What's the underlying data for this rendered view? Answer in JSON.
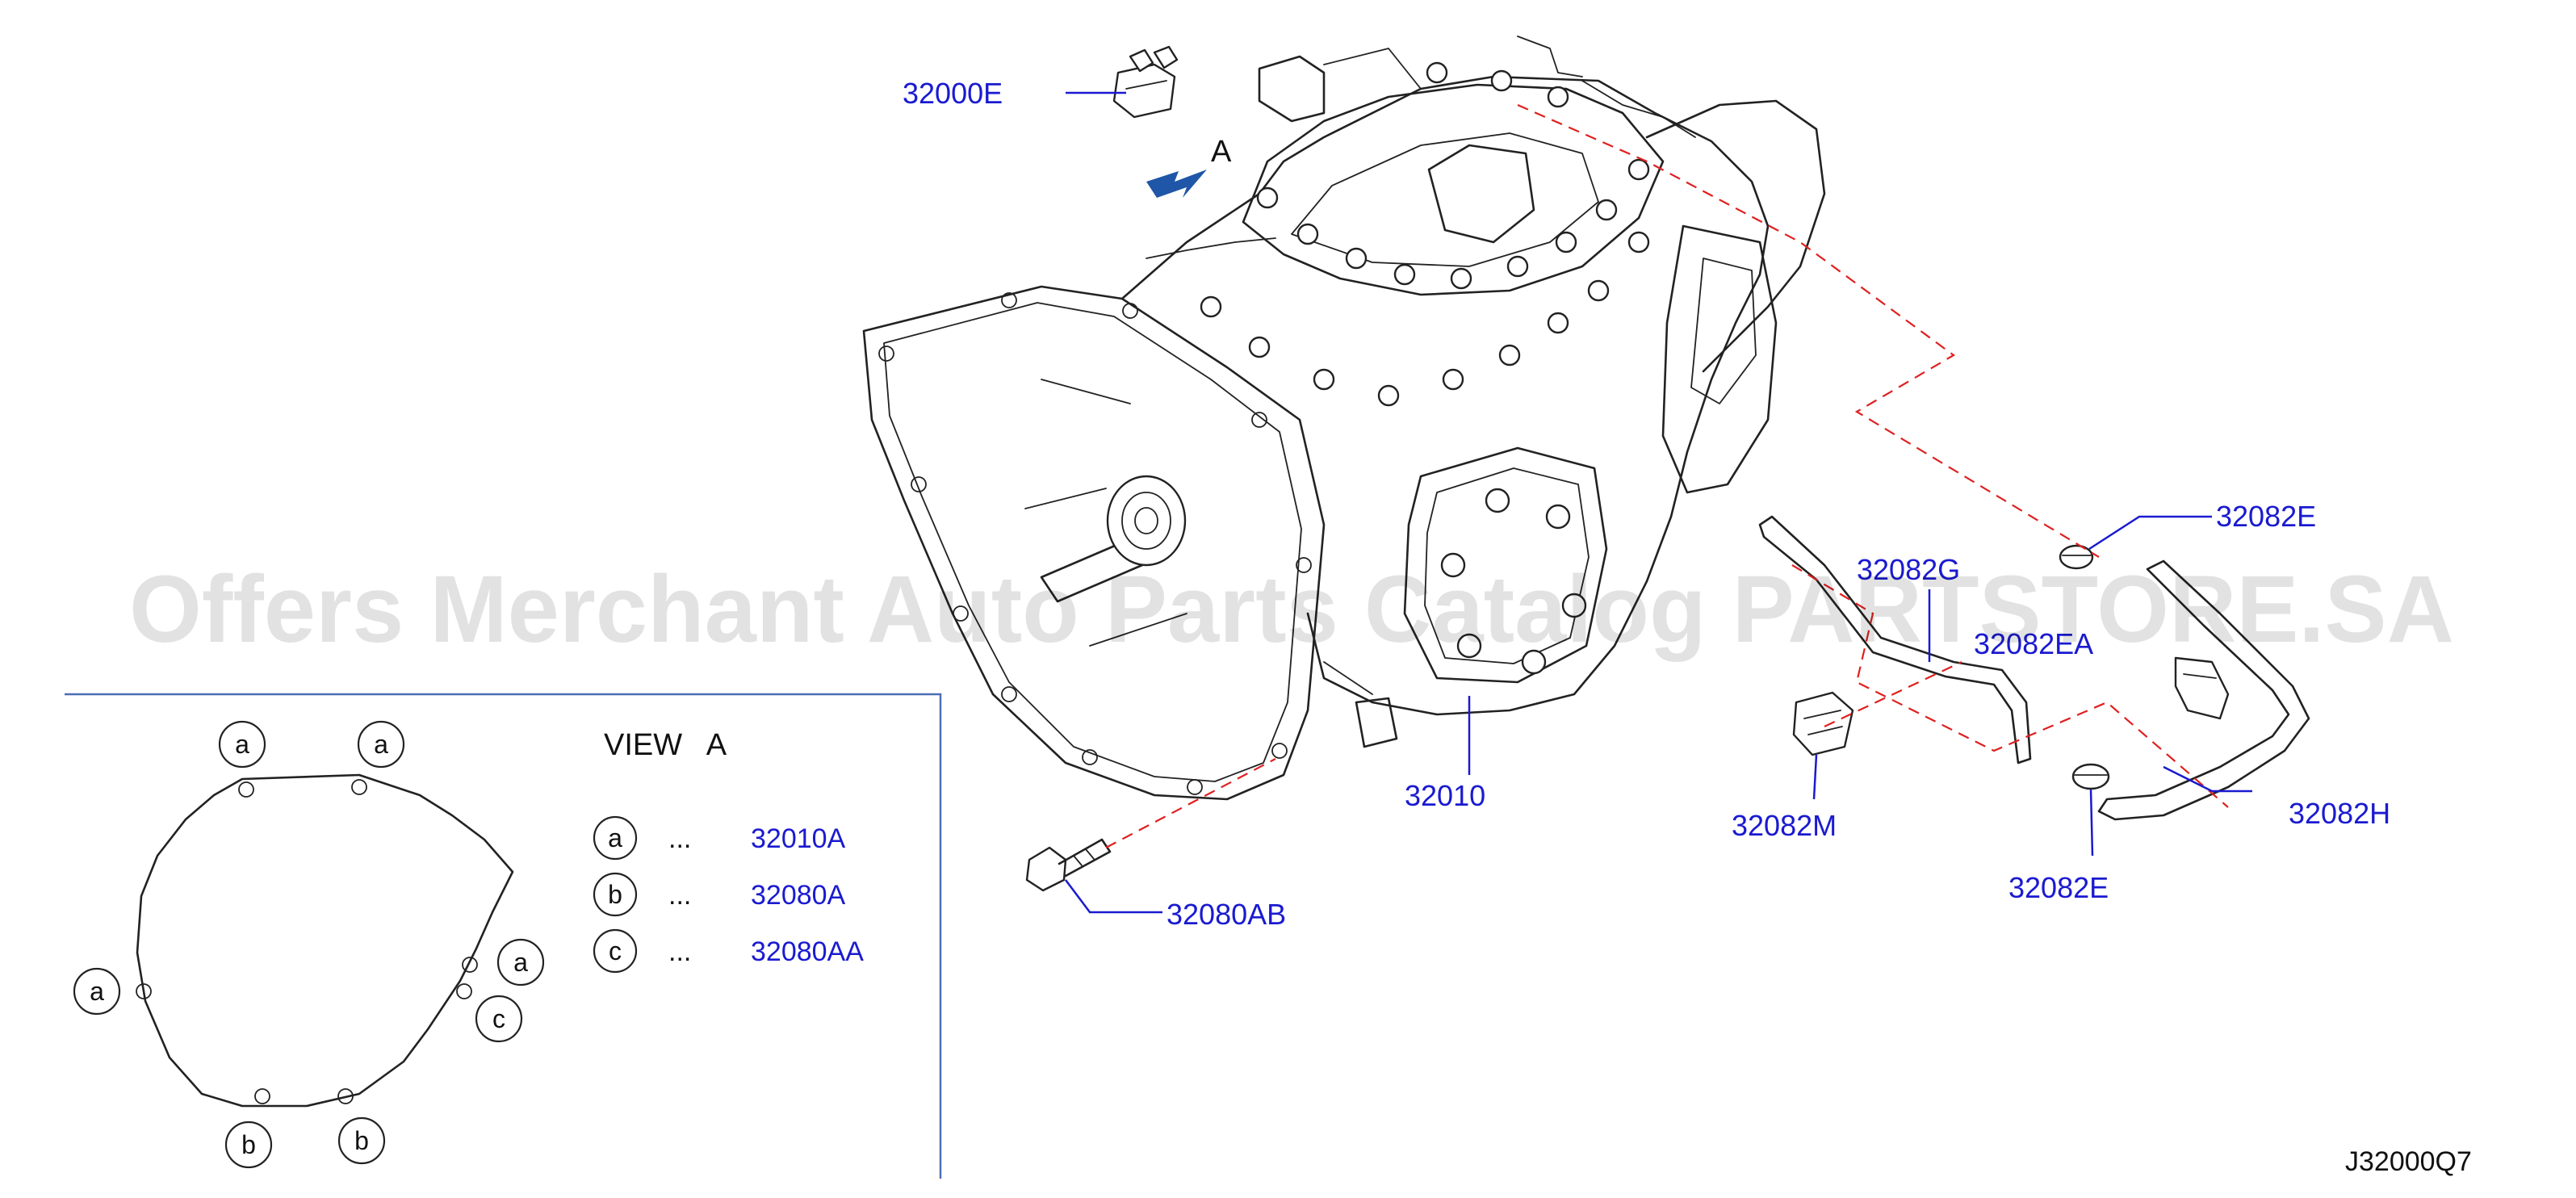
{
  "diagram": {
    "watermark": "Offers Merchant Auto Parts Catalog PARTSTORE.SA",
    "reference_code": "J32000Q7",
    "view_arrow_label": "A",
    "parts": {
      "p_32000E": "32000E",
      "p_32082E_top": "32082E",
      "p_32082G": "32082G",
      "p_32082EA": "32082EA",
      "p_32082M": "32082M",
      "p_32010": "32010",
      "p_32082H": "32082H",
      "p_32082E_bottom": "32082E",
      "p_32080AB": "32080AB"
    },
    "view_panel": {
      "title": "VIEW   A",
      "callouts": {
        "a1": "a",
        "a2": "a",
        "a3": "a",
        "a4": "a",
        "c1": "c",
        "b1": "b",
        "b2": "b"
      },
      "legend": [
        {
          "letter": "a",
          "dots": "...",
          "code": "32010A"
        },
        {
          "letter": "b",
          "dots": "...",
          "code": "32080A"
        },
        {
          "letter": "c",
          "dots": "...",
          "code": "32080AA"
        }
      ]
    },
    "colors": {
      "label": "#1a1ad0",
      "dash": "#e02020",
      "arrow": "#1f56a8",
      "panel_border": "#4a6fb5"
    }
  }
}
